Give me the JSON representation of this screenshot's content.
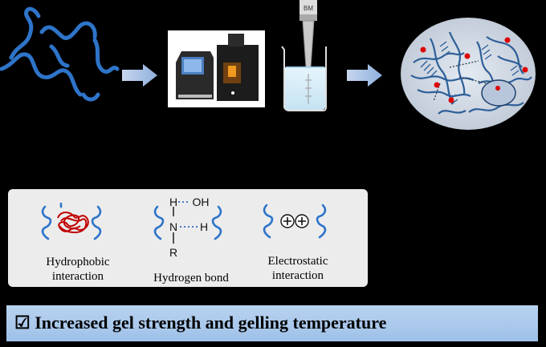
{
  "interactions": [
    {
      "label_line1": "Hydrophobic",
      "label_line2": "interaction"
    },
    {
      "label_line1": "Hydrogen bond",
      "label_line2": ""
    },
    {
      "label_line1": "Electrostatic",
      "label_line2": "interaction"
    }
  ],
  "hbond": {
    "h_top": "H",
    "oh": "OH",
    "n": "N",
    "h_right": "H",
    "r": "R"
  },
  "beaker": {
    "probe_label": "BM"
  },
  "summary": {
    "checkbox": "☑",
    "text": "Increased gel strength and gelling temperature"
  },
  "colors": {
    "chain_blue": "#2e74c9",
    "arrow_blue": "#a6bde0",
    "particle_red": "#dd0000",
    "hydrophobic_red": "#c00000",
    "banner": "#b0cbee",
    "panel_bg": "#ececec"
  }
}
